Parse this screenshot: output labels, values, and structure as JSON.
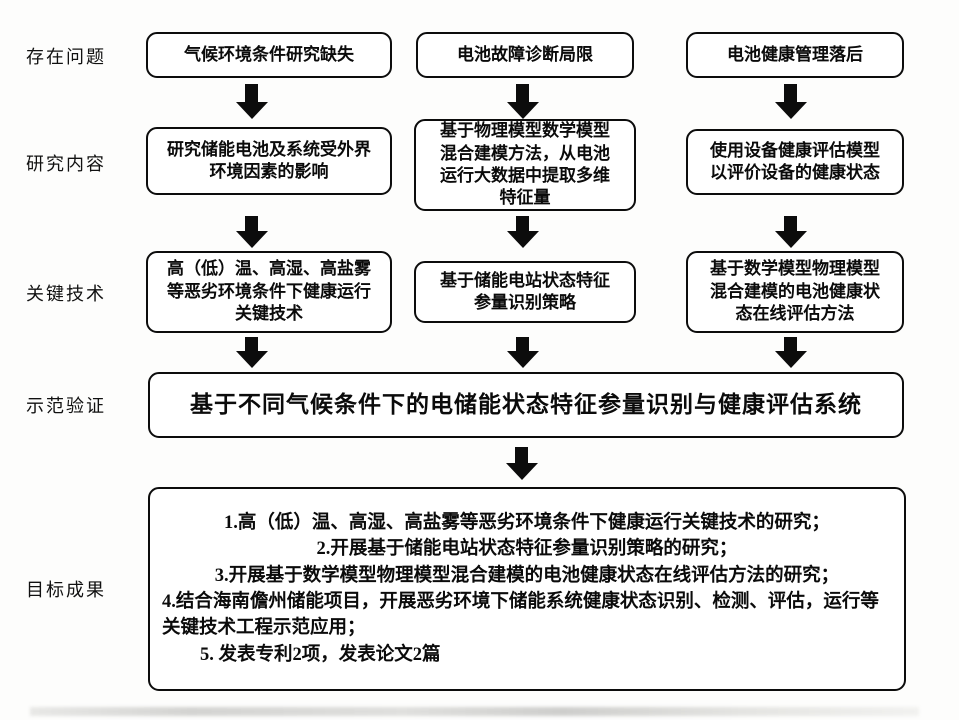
{
  "diagram": {
    "row_labels": [
      "存在问题",
      "研究内容",
      "关键技术",
      "示范验证",
      "目标成果"
    ],
    "problems": [
      "气候环境条件研究缺失",
      "电池故障诊断局限",
      "电池健康管理落后"
    ],
    "contents": [
      "研究储能电池及系统受外界环境因素的影响",
      "基于物理模型数学模型混合建模方法，从电池运行大数据中提取多维特征量",
      "使用设备健康评估模型以评价设备的健康状态"
    ],
    "technologies": [
      "高（低）温、高湿、高盐雾等恶劣环境条件下健康运行关键技术",
      "基于储能电站状态特征参量识别策略",
      "基于数学模型物理模型混合建模的电池健康状态在线评估方法"
    ],
    "demonstration": "基于不同气候条件下的电储能状态特征参量识别与健康评估系统",
    "goals": [
      "1.高（低）温、高湿、高盐雾等恶劣环境条件下健康运行关键技术的研究；",
      "2.开展基于储能电站状态特征参量识别策略的研究；",
      "3.开展基于数学模型物理模型混合建模的电池健康状态在线评估方法的研究；",
      "4.结合海南儋州储能项目，开展恶劣环境下储能系统健康状态识别、检测、评估，运行等关键技术工程示范应用；",
      "5.  发表专利2项，发表论文2篇"
    ]
  }
}
